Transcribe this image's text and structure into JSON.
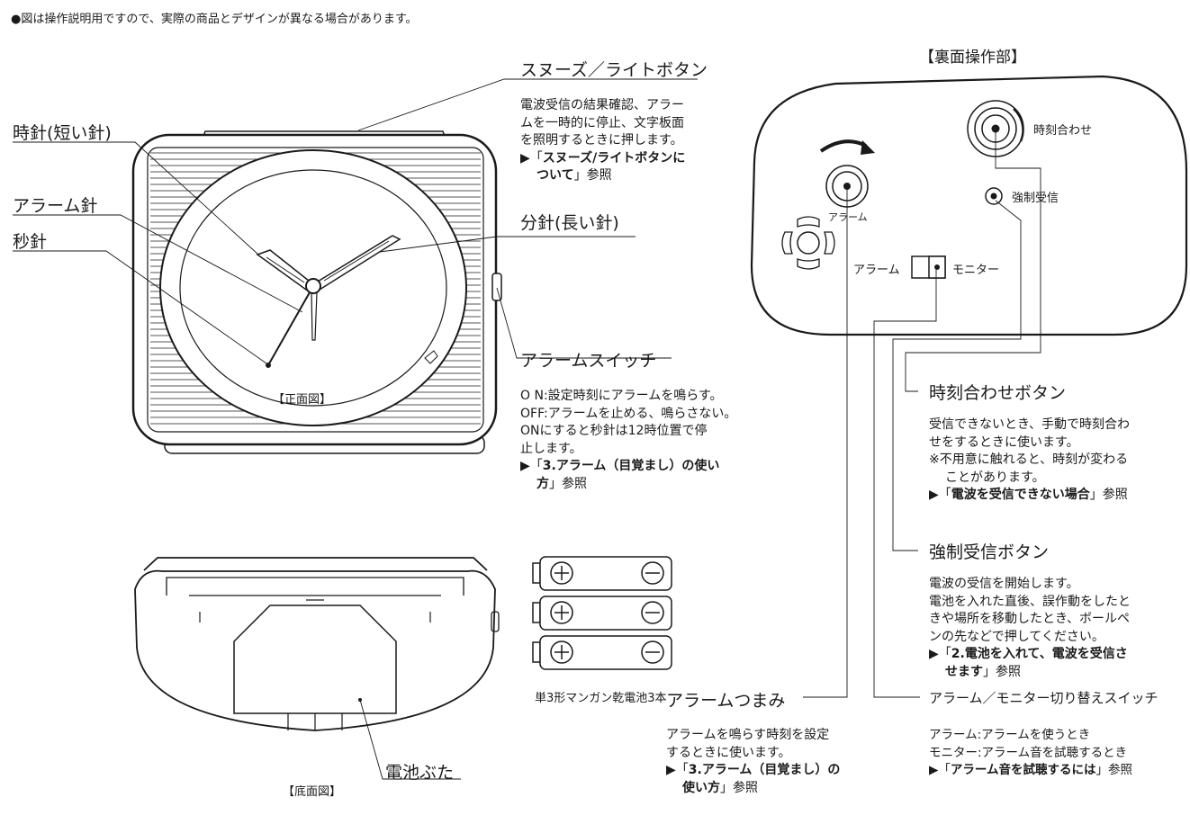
{
  "note": "●図は操作説明用ですので、実際の商品とデザインが異なる場合があります。",
  "front": {
    "caption": "【正面図】",
    "hour_hand": "時針(短い針)",
    "alarm_hand": "アラーム針",
    "second_hand": "秒針",
    "minute_hand": "分針(長い針)",
    "snooze": {
      "title": "スヌーズ／ライトボタン",
      "l1": "電波受信の結果確認、アラー",
      "l2": "ムを一時的に停止、文字板面",
      "l3": "を照明するときに押します。",
      "ref_a": "▶「",
      "ref_b": "スヌーズ/ライトボタンに",
      "ref_c": "ついて",
      "ref_d": "」参照"
    },
    "alarm_switch": {
      "title": "アラームスイッチ",
      "l1": "O N:設定時刻にアラームを鳴らす。",
      "l2": "OFF:アラームを止める、鳴らさない。",
      "l3": "ONにすると秒針は12時位置で停",
      "l4": "止します。",
      "ref_a": "▶「",
      "ref_b": "3.アラーム（目覚まし）の使い",
      "ref_c": "方",
      "ref_d": "」参照"
    }
  },
  "bottom": {
    "caption": "【底面図】",
    "battery_cover": "電池ぶた",
    "battery_note": "単3形マンガン乾電池3本"
  },
  "back": {
    "caption": "【裏面操作部】",
    "time_set_small": "時刻合わせ",
    "force_small": "強制受信",
    "alarm_small": "アラーム",
    "switch_left": "アラーム",
    "switch_right": "モニター"
  },
  "time_set_button": {
    "title": "時刻合わせボタン",
    "l1": "受信できないとき、手動で時刻合わ",
    "l2": "せをするときに使います。",
    "l3": "※不用意に触れると、時刻が変わる",
    "l4": "ことがあります。",
    "ref_a": "▶「",
    "ref_b": "電波を受信できない場合",
    "ref_c": "」参照"
  },
  "force_button": {
    "title": "強制受信ボタン",
    "l1": "電波の受信を開始します。",
    "l2": "電池を入れた直後、誤作動をしたと",
    "l3": "きや場所を移動したとき、ボールペ",
    "l4": "ンの先などで押してください。",
    "ref_a": "▶「",
    "ref_b": "2.電池を入れて、電波を受信さ",
    "ref_c": "せます",
    "ref_d": "」参照"
  },
  "alarm_knob": {
    "title": "アラームつまみ",
    "l1": "アラームを鳴らす時刻を設定",
    "l2": "するときに使います。",
    "ref_a": "▶「",
    "ref_b": "3.アラーム（目覚まし）の",
    "ref_c": "使い方",
    "ref_d": "」参照"
  },
  "mode_switch": {
    "title": "アラーム／モニター切り替えスイッチ",
    "l1": "アラーム:アラームを使うとき",
    "l2": "モニター:アラーム音を試聴するとき",
    "ref_a": "▶「",
    "ref_b": "アラーム音を試聴するには",
    "ref_c": "」参照"
  }
}
